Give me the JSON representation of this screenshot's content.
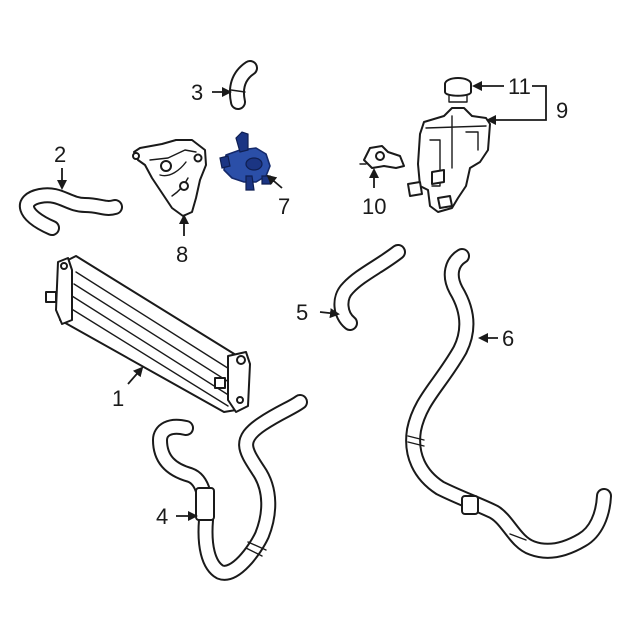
{
  "callouts": [
    {
      "id": "1",
      "label": "1"
    },
    {
      "id": "2",
      "label": "2"
    },
    {
      "id": "3",
      "label": "3"
    },
    {
      "id": "4",
      "label": "4"
    },
    {
      "id": "5",
      "label": "5"
    },
    {
      "id": "6",
      "label": "6"
    },
    {
      "id": "7",
      "label": "7"
    },
    {
      "id": "8",
      "label": "8"
    },
    {
      "id": "9",
      "label": "9"
    },
    {
      "id": "10",
      "label": "10"
    },
    {
      "id": "11",
      "label": "11"
    }
  ],
  "highlight_color": "#2b4fa8",
  "line_color": "#1a1a1a"
}
